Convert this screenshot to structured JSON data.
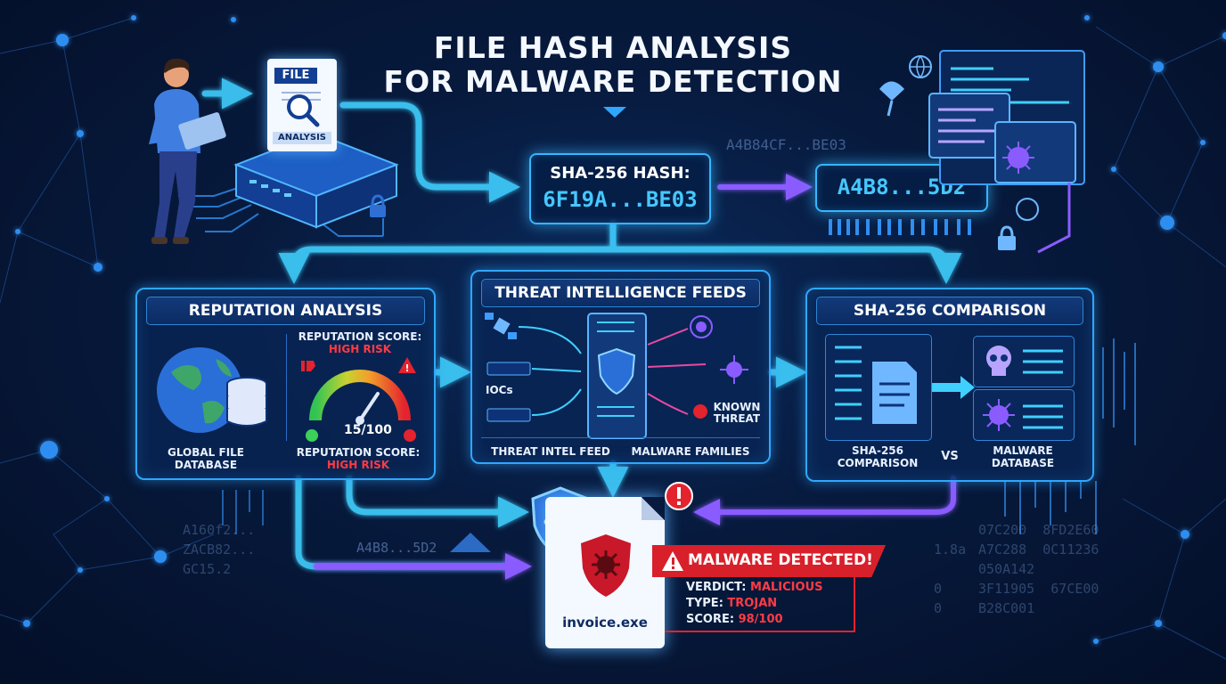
{
  "title": {
    "line1": "FILE HASH ANALYSIS",
    "line2": "FOR MALWARE DETECTION"
  },
  "file_doc": {
    "top_label": "FILE",
    "bottom_label": "ANALYSIS"
  },
  "hash_main": {
    "label": "SHA-256 HASH:",
    "value": "6F19A...BE03"
  },
  "hash_ghost": "A4B84CF...BE03",
  "hash_secondary": "A4B8...5D2",
  "hash_bottom_ghost": "A4B8...5D2",
  "reputation": {
    "title": "REPUTATION ANALYSIS",
    "score_top_label": "REPUTATION SCORE:",
    "score_top_value": "HIGH RISK",
    "gauge_value": "15/100",
    "db_label_1": "GLOBAL FILE",
    "db_label_2": "DATABASE",
    "score_bottom_label": "REPUTATION SCORE:",
    "score_bottom_value": "HIGH RISK"
  },
  "threat_intel": {
    "title": "THREAT INTELLIGENCE FEEDS",
    "iocs": "IOCs",
    "known_threat_1": "KNOWN",
    "known_threat_2": "THREAT",
    "footer_left": "THREAT INTEL FEED",
    "footer_right": "MALWARE FAMILIES"
  },
  "comparison": {
    "title": "SHA-256 COMPARISON",
    "left_label_1": "SHA-256",
    "left_label_2": "COMPARISON",
    "vs": "VS",
    "right_label_1": "MALWARE",
    "right_label_2": "DATABASE"
  },
  "result": {
    "filename": "invoice.exe",
    "alert": "MALWARE DETECTED!",
    "verdict_label": "VERDICT:",
    "verdict_value": "MALICIOUS",
    "type_label": "TYPE:",
    "type_value": "TROJAN",
    "score_label": "SCORE:",
    "score_value": "98/100"
  },
  "ghost_left": "A160f2...\nZACB82...\nGC15.2",
  "ghost_right": "07C200  8FD2E60\nA7C288  0C11236\n050A142\n3F11905  67CE00\nB28C001",
  "ghost_right_prefix": "1.8a\n\n0\n0",
  "colors": {
    "accent": "#2ea8ff",
    "alert": "#e3232e",
    "bg": "#071a3d",
    "safe": "#3ccf5a",
    "purple": "#8a5cff"
  }
}
